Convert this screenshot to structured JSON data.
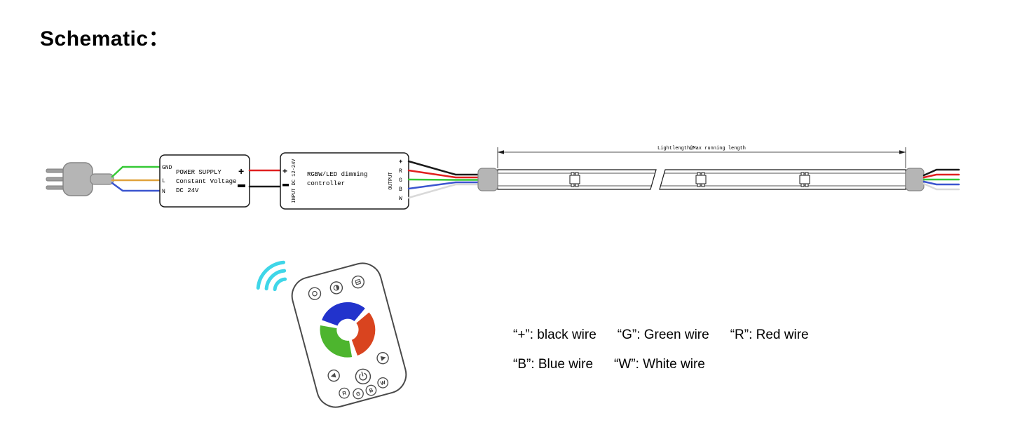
{
  "title": "Schematic：",
  "power_supply": {
    "terminal_gnd": "GND",
    "terminal_l": "L",
    "terminal_n": "N",
    "name_line1": "POWER SUPPLY",
    "name_line2": "Constant Voltage",
    "name_line3": "DC 24V",
    "plus": "+"
  },
  "controller": {
    "plus": "+",
    "input_label": "INPUT DC 12-24V",
    "name_line1": "RGBW/LED dimming",
    "name_line2": "controller",
    "output_label": "OUTPUT",
    "terminals": [
      "+",
      "R",
      "G",
      "B",
      "W"
    ]
  },
  "strip": {
    "dimension_label": "Lightlength@Max running length"
  },
  "remote": {
    "buttons": [
      "R",
      "G",
      "B",
      "W"
    ]
  },
  "legend": {
    "row1": [
      "“+”: black wire",
      "“G”: Green wire",
      "“R”: Red wire"
    ],
    "row2": [
      "“B”: Blue wire",
      "“W”: White wire"
    ]
  },
  "colors": {
    "wire_black": "#1a1a1a",
    "wire_red": "#e02020",
    "wire_green": "#35c935",
    "wire_blue": "#3b55cf",
    "wire_white": "#d9d9d9",
    "wire_orange": "#e0a23c",
    "waves_cyan": "#3fd6e8",
    "ring_blue": "#2233cc",
    "ring_red": "#d9441f",
    "ring_green": "#4db52e"
  }
}
